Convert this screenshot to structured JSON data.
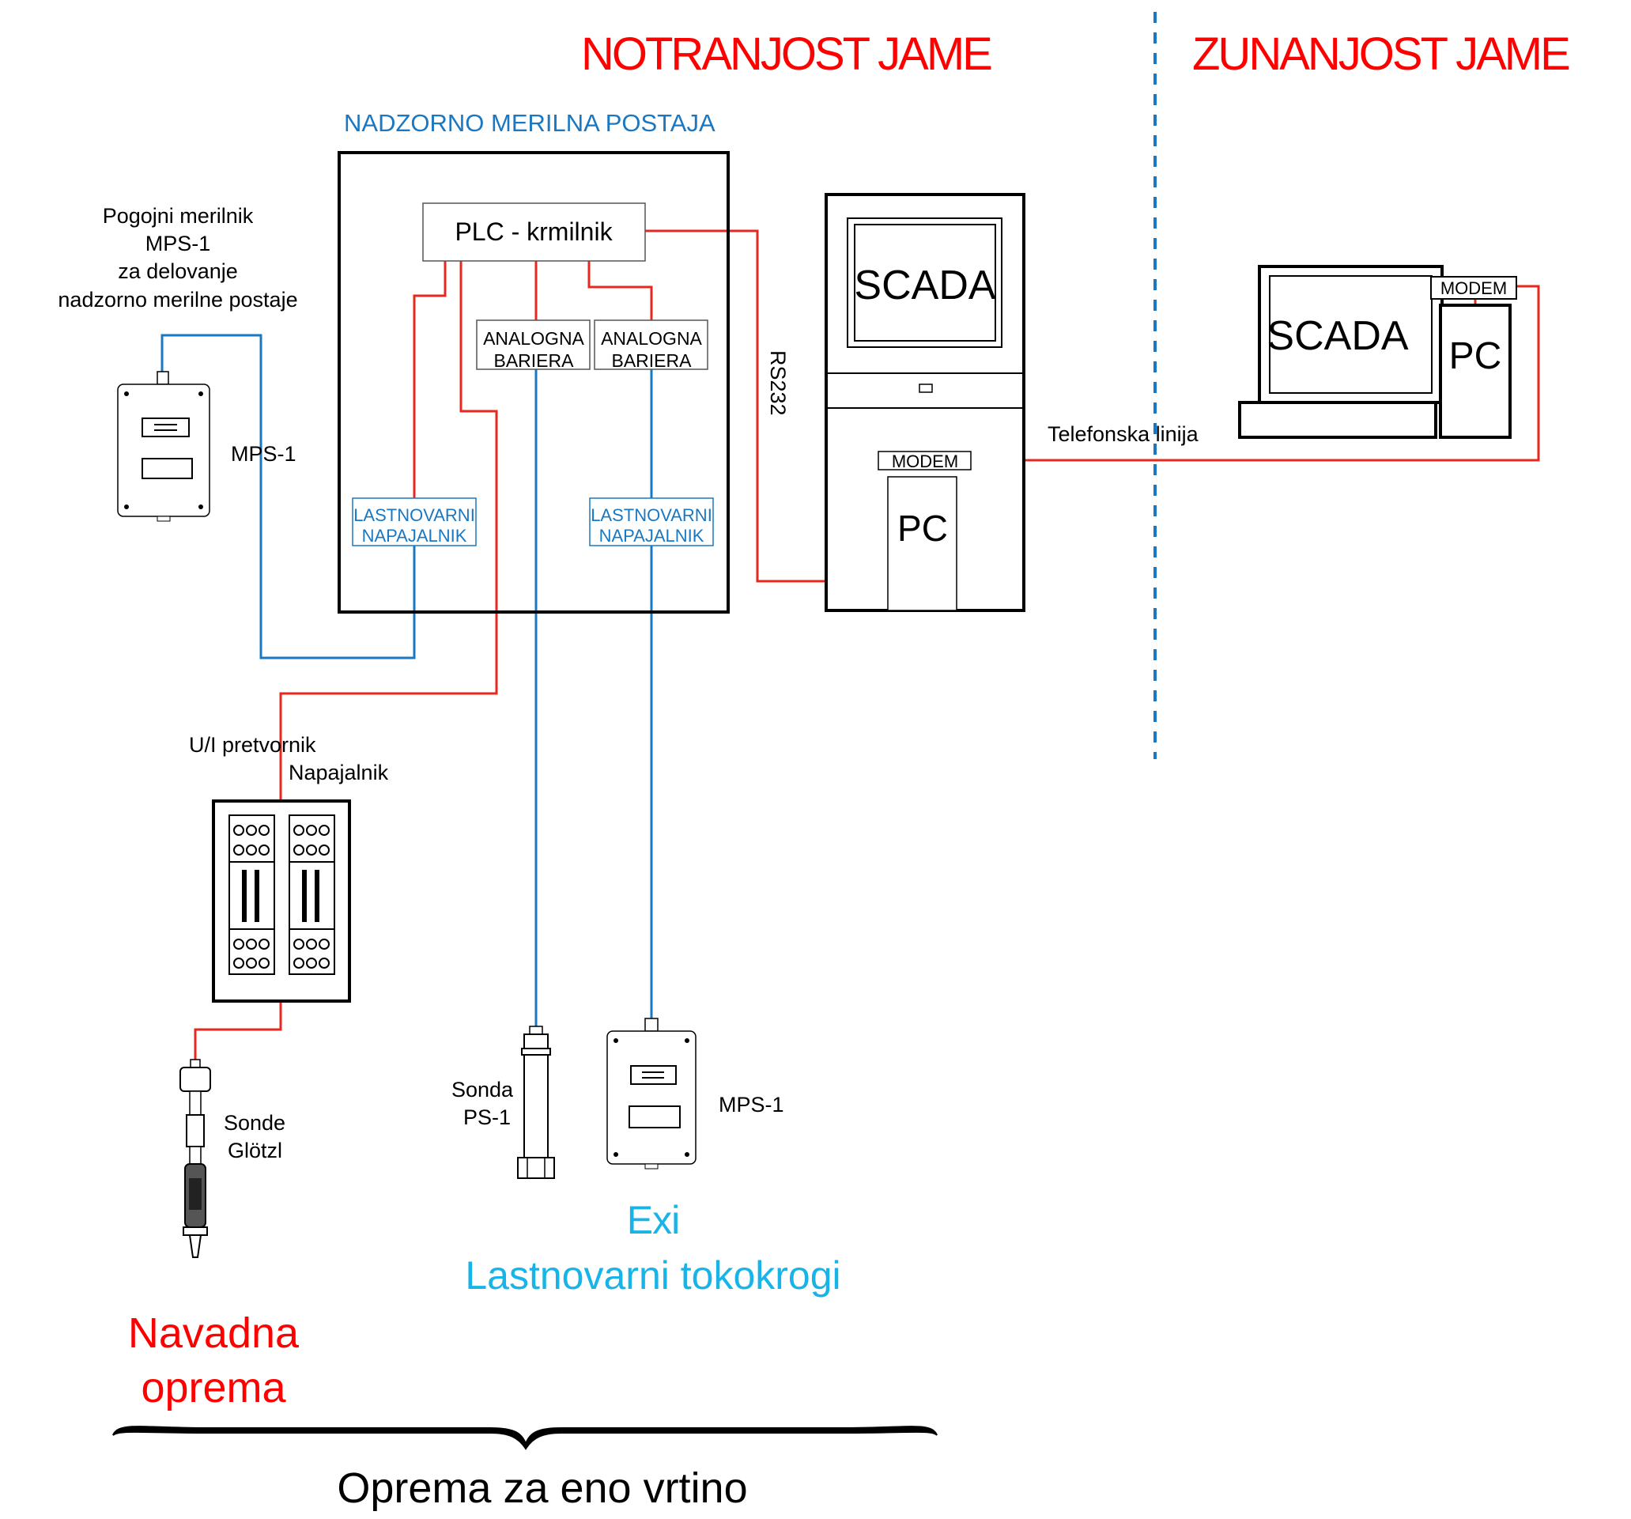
{
  "headers": {
    "inside": "NOTRANJOST JAME",
    "outside": "ZUNANJOST JAME"
  },
  "station": {
    "title": "NADZORNO MERILNA POSTAJA",
    "plc": "PLC - krmilnik",
    "barrier_1": [
      "ANALOGNA",
      "BARIERA"
    ],
    "barrier_2": [
      "ANALOGNA",
      "BARIERA"
    ],
    "supply_1": [
      "LASTNOVARNI",
      "NAPAJALNIK"
    ],
    "supply_2": [
      "LASTNOVARNI",
      "NAPAJALNIK"
    ]
  },
  "drive_meter": {
    "lines": [
      "Pogojni merilnik",
      "MPS-1",
      "za delovanje",
      "nadzorno merilne postaje"
    ],
    "device_label": "MPS-1"
  },
  "scada_inside": {
    "screen": "SCADA",
    "modem": "MODEM",
    "pc": "PC",
    "rs232": "RS232"
  },
  "scada_outside": {
    "screen": "SCADA",
    "modem": "MODEM",
    "pc": "PC"
  },
  "phone_line": "Telefonska linija",
  "converter": {
    "line1": "U/I pretvornik",
    "line2": "Napajalnik"
  },
  "probes": {
    "glotzl": [
      "Sonde",
      "Glötzl"
    ],
    "ps1": [
      "Sonda",
      "PS-1"
    ],
    "mps1": "MPS-1"
  },
  "groups": {
    "standard": [
      "Navadna",
      "oprema"
    ],
    "exi": [
      "Exi",
      "Lastnovarni tokokrogi"
    ],
    "bracket": "Oprema za eno vrtino"
  },
  "colors": {
    "red": "#ff0000",
    "wire_red": "#e8281e",
    "blue": "#1a78c2",
    "cyan": "#18b4e8"
  }
}
